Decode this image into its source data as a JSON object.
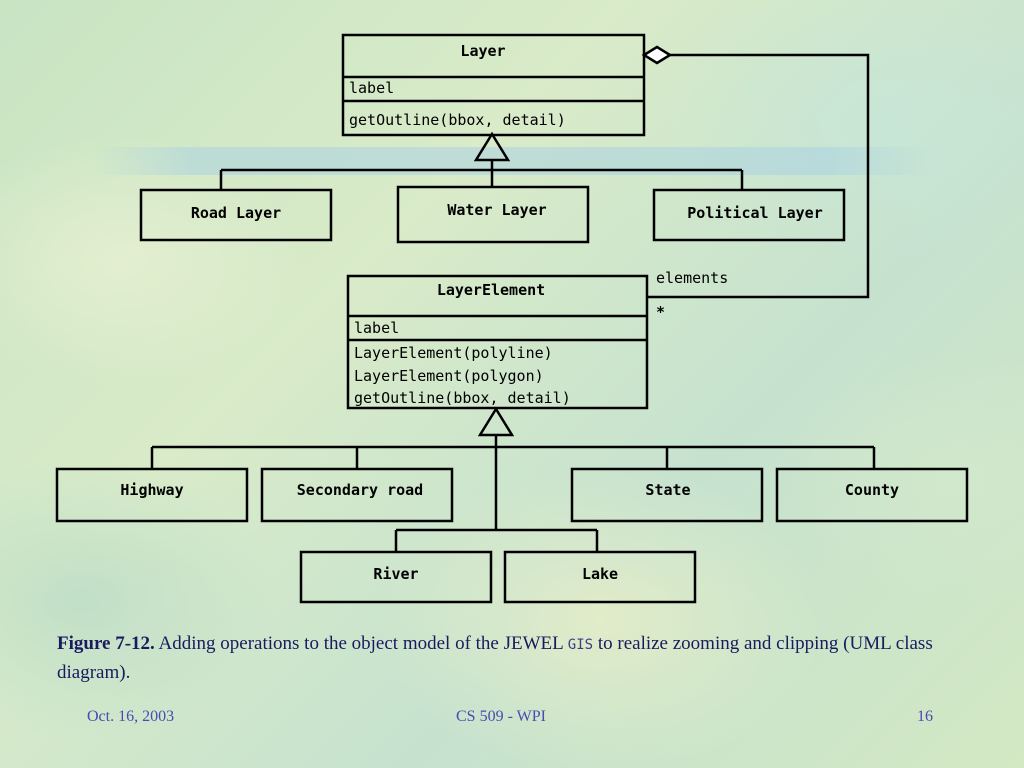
{
  "diagram": {
    "layer": {
      "name": "Layer",
      "attribute": "label",
      "operation": "getOutline(bbox, detail)"
    },
    "layer_subclasses": [
      "Road Layer",
      "Water Layer",
      "Political Layer"
    ],
    "association": {
      "role": "elements",
      "multiplicity": "*"
    },
    "layer_element": {
      "name": "LayerElement",
      "attribute": "label",
      "operations": [
        "LayerElement(polyline)",
        "LayerElement(polygon)",
        "getOutline(bbox, detail)"
      ]
    },
    "element_subclasses": [
      "Highway",
      "Secondary road",
      "State",
      "County",
      "River",
      "Lake"
    ]
  },
  "caption": {
    "figure_label": "Figure 7-12.",
    "text_before": " Adding operations to the object model of the JEWEL ",
    "gis": "GIS",
    "text_after": " to realize zooming and clipping (UML class diagram)."
  },
  "footer": {
    "date": "Oct. 16, 2003",
    "course": "CS 509 - WPI",
    "page": "16"
  }
}
